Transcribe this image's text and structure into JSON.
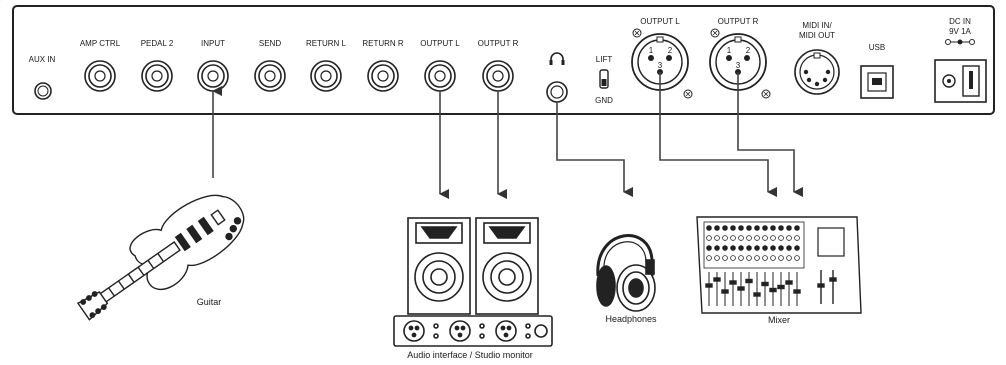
{
  "panel": {
    "jacks": {
      "aux_in": "AUX IN",
      "amp_ctrl": "AMP CTRL",
      "pedal2": "PEDAL 2",
      "input": "INPUT",
      "send": "SEND",
      "return_l": "RETURN L",
      "return_r": "RETURN R",
      "output_l": "OUTPUT L",
      "output_r": "OUTPUT R"
    },
    "headphone_symbol": "🎧",
    "switch": {
      "top": "LIFT",
      "bottom": "GND"
    },
    "xlr_l": {
      "label": "OUTPUT L",
      "pins": [
        "1",
        "2",
        "3"
      ]
    },
    "xlr_r": {
      "label": "OUTPUT R",
      "pins": [
        "1",
        "2",
        "3"
      ]
    },
    "midi": {
      "line1": "MIDI IN/",
      "line2": "MIDI OUT"
    },
    "usb": "USB",
    "dc": {
      "line1": "DC IN",
      "line2": "9V 1A"
    }
  },
  "devices": {
    "guitar": "Guitar",
    "audio": "Audio interface / Studio monitor",
    "headphones": "Headphones",
    "mixer": "Mixer"
  }
}
